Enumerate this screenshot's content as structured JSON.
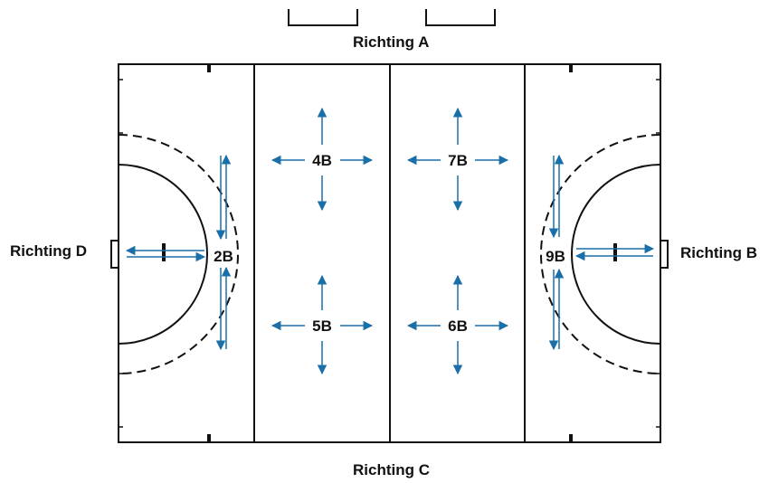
{
  "directions": {
    "a": "Richting A",
    "b": "Richting B",
    "c": "Richting C",
    "d": "Richting D"
  },
  "zones": {
    "z2b": "2B",
    "z4b": "4B",
    "z5b": "5B",
    "z6b": "6B",
    "z7b": "7B",
    "z9b": "9B"
  },
  "colors": {
    "line": "#111111",
    "arrow": "#1a6fa8"
  }
}
